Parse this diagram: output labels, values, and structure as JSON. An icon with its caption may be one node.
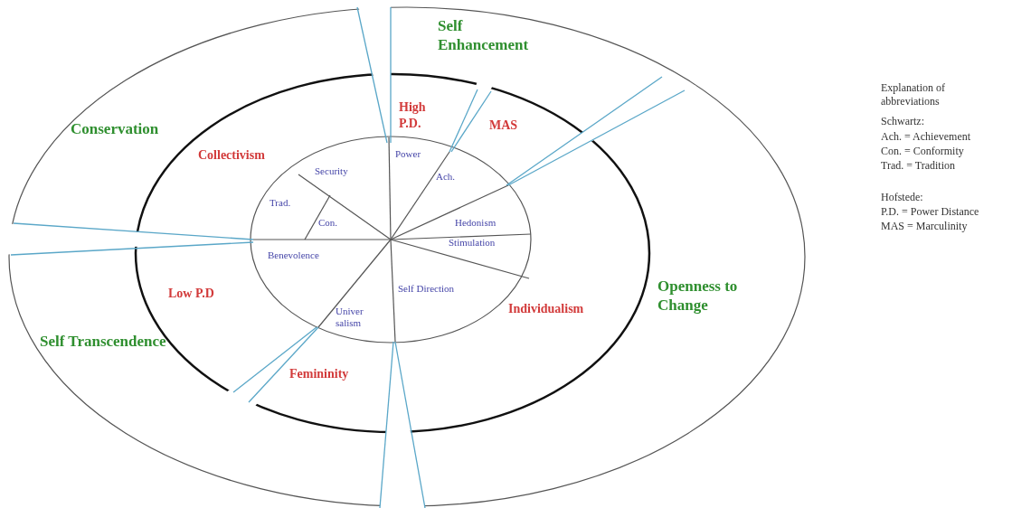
{
  "diagram": {
    "labels": [
      "Self Enhancement",
      "Conservation",
      "High P.D.",
      "MAS",
      "Collectivism",
      "Power",
      "Security",
      "Ach.",
      "Trad.",
      "Con.",
      "Hedonism",
      "Stimulation",
      "Benevolence",
      "Low P.D",
      "Self Direction",
      "Individualism",
      "Openness to Change",
      "Univer salism",
      "Self Transcendence",
      "Femininity",
      "Explanation of abbreviations",
      "Schwartz:",
      "Ach. = Achievement",
      "Con. = Conformity",
      "Trad. = Tradition",
      "Hofstede:",
      "P.D. = Power Distance",
      "MAS = Marculinity"
    ]
  }
}
